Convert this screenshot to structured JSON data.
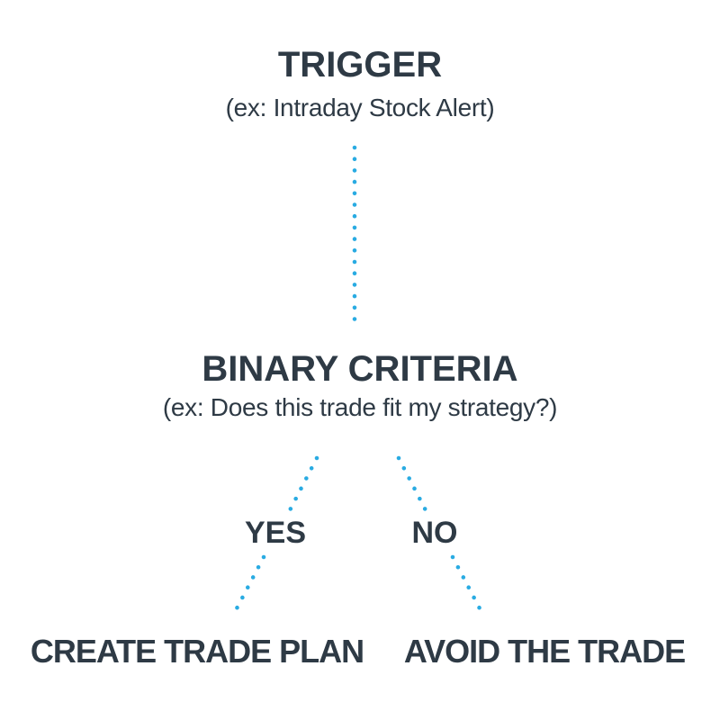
{
  "diagram": {
    "colors": {
      "text": "#2E3A45",
      "connector": "#29ABE2",
      "background": "#FFFFFF"
    },
    "nodes": {
      "trigger": {
        "title": "TRIGGER",
        "subtitle": "(ex: Intraday Stock Alert)"
      },
      "binary_criteria": {
        "title": "BINARY CRITERIA",
        "subtitle": "(ex: Does this trade fit my strategy?)"
      },
      "yes_branch": {
        "label": "YES"
      },
      "no_branch": {
        "label": "NO"
      },
      "create_trade_plan": {
        "label": "CREATE TRADE PLAN"
      },
      "avoid_the_trade": {
        "label": "AVOID THE TRADE"
      }
    },
    "edges": [
      {
        "from": "trigger",
        "to": "binary_criteria",
        "style": "dotted"
      },
      {
        "from": "binary_criteria",
        "to": "yes_branch",
        "style": "dotted"
      },
      {
        "from": "binary_criteria",
        "to": "no_branch",
        "style": "dotted"
      },
      {
        "from": "yes_branch",
        "to": "create_trade_plan",
        "style": "dotted"
      },
      {
        "from": "no_branch",
        "to": "avoid_the_trade",
        "style": "dotted"
      }
    ]
  }
}
